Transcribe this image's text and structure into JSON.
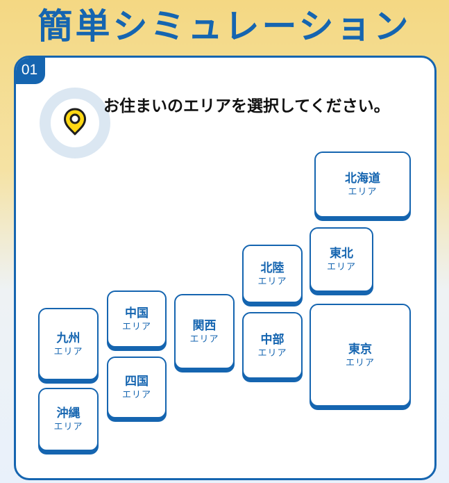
{
  "header": {
    "title": "簡単シミュレーション"
  },
  "step": {
    "number": "01",
    "icon": "map-pin-icon",
    "question": "お住まいのエリアを選択してください。"
  },
  "colors": {
    "accent": "#1565b0",
    "pin": "#ffd814",
    "ring": "#dbe7f2"
  },
  "areas": [
    {
      "id": "hokkaido",
      "name": "北海道",
      "sub": "エリア"
    },
    {
      "id": "tohoku",
      "name": "東北",
      "sub": "エリア"
    },
    {
      "id": "hokuriku",
      "name": "北陸",
      "sub": "エリア"
    },
    {
      "id": "tokyo",
      "name": "東京",
      "sub": "エリア"
    },
    {
      "id": "chubu",
      "name": "中部",
      "sub": "エリア"
    },
    {
      "id": "kansai",
      "name": "関西",
      "sub": "エリア"
    },
    {
      "id": "chugoku",
      "name": "中国",
      "sub": "エリア"
    },
    {
      "id": "shikoku",
      "name": "四国",
      "sub": "エリア"
    },
    {
      "id": "kyushu",
      "name": "九州",
      "sub": "エリア"
    },
    {
      "id": "okinawa",
      "name": "沖縄",
      "sub": "エリア"
    }
  ]
}
